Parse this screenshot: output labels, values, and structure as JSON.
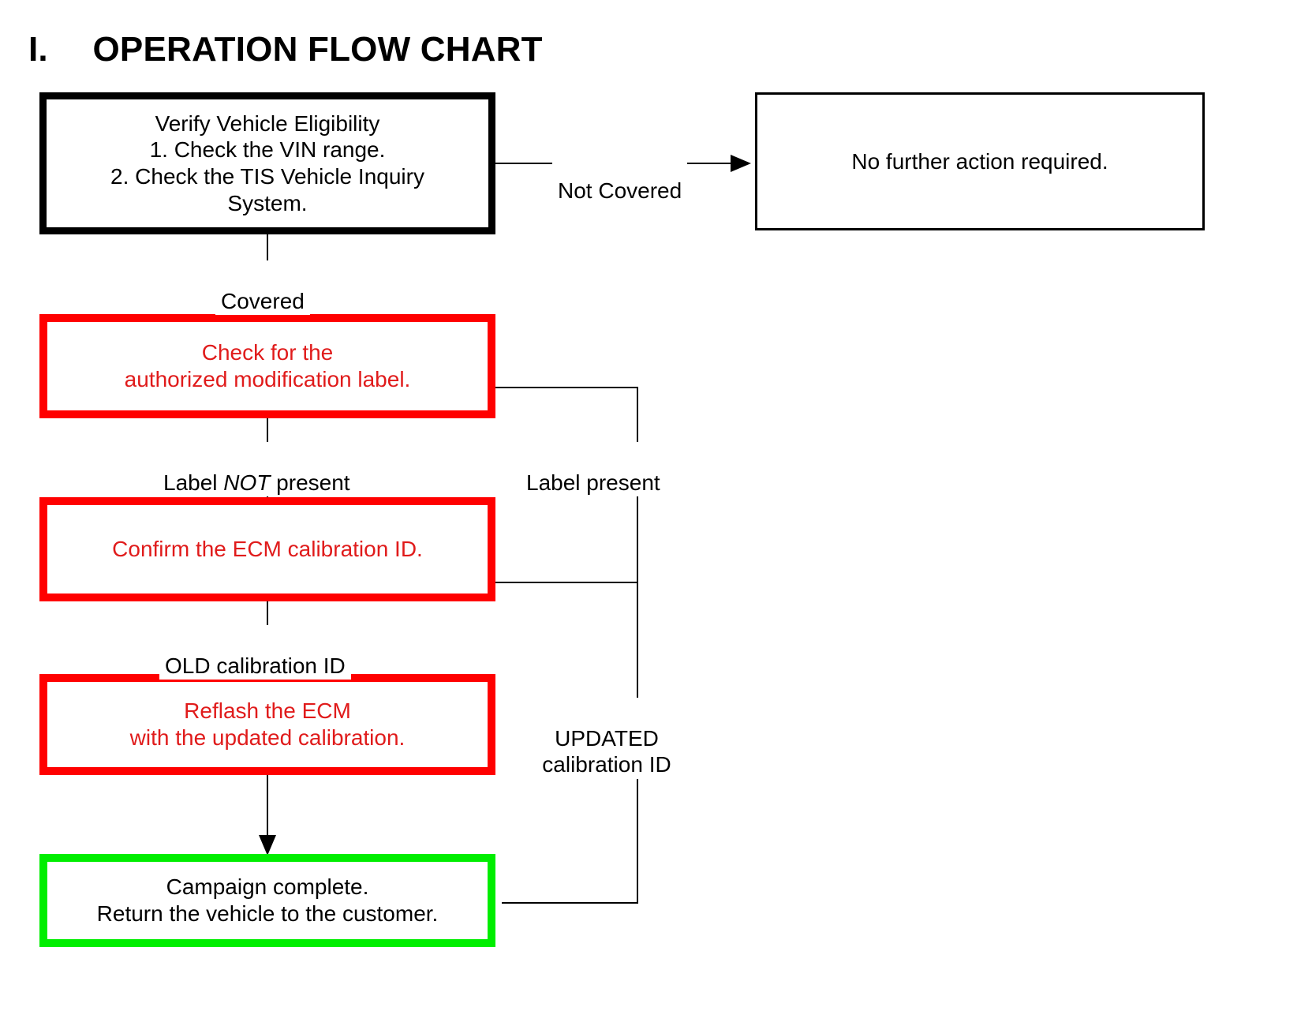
{
  "document": {
    "title_number": "I.",
    "title_text": "OPERATION FLOW CHART",
    "title_full": "I.  OPERATION FLOW CHART"
  },
  "colors": {
    "black": "#000000",
    "red_border": "#ff0000",
    "red_text": "#e01b1b",
    "green_border": "#00ee00",
    "background": "#ffffff"
  },
  "chart_data": {
    "type": "flowchart",
    "title": "OPERATION FLOW CHART",
    "nodes": [
      {
        "id": "verify",
        "label": "Verify Vehicle Eligibility\n1. Check the VIN range.\n2. Check the TIS Vehicle Inquiry System.",
        "border_color": "#000000",
        "text_color": "#000000",
        "style": "thick-black"
      },
      {
        "id": "no-action",
        "label": "No further action required.",
        "border_color": "#000000",
        "text_color": "#000000",
        "style": "thin-black"
      },
      {
        "id": "check-label",
        "label": "Check for the\nauthorized modification label.",
        "border_color": "#ff0000",
        "text_color": "#e01b1b",
        "style": "red"
      },
      {
        "id": "confirm-ecm",
        "label": "Confirm the ECM calibration ID.",
        "border_color": "#ff0000",
        "text_color": "#e01b1b",
        "style": "red"
      },
      {
        "id": "reflash-ecm",
        "label": "Reflash the ECM\nwith the updated calibration.",
        "border_color": "#ff0000",
        "text_color": "#e01b1b",
        "style": "red"
      },
      {
        "id": "complete",
        "label": "Campaign complete.\nReturn the vehicle to the customer.",
        "border_color": "#00ee00",
        "text_color": "#000000",
        "style": "green"
      }
    ],
    "edges": [
      {
        "from": "verify",
        "to": "no-action",
        "label": "Not Covered",
        "direction": "right"
      },
      {
        "from": "verify",
        "to": "check-label",
        "label": "Covered",
        "direction": "down"
      },
      {
        "from": "check-label",
        "to": "confirm-ecm",
        "label": "Label NOT present",
        "direction": "down"
      },
      {
        "from": "check-label",
        "to": "complete",
        "label": "Label present",
        "direction": "down"
      },
      {
        "from": "confirm-ecm",
        "to": "reflash-ecm",
        "label": "OLD calibration ID",
        "direction": "down"
      },
      {
        "from": "confirm-ecm",
        "to": "complete",
        "label": "UPDATED\ncalibration ID",
        "direction": "down"
      },
      {
        "from": "reflash-ecm",
        "to": "complete",
        "label": "",
        "direction": "down"
      }
    ]
  },
  "nodes": {
    "verify": {
      "line1": "Verify Vehicle Eligibility",
      "line2": "1. Check the VIN range.",
      "line3": "2. Check the TIS Vehicle Inquiry",
      "line4": "System.",
      "text": "Verify Vehicle Eligibility\n1. Check the VIN range.\n2. Check the TIS Vehicle Inquiry\nSystem."
    },
    "no_action": {
      "text": "No further action required."
    },
    "check_label": {
      "text": "Check for the\nauthorized modification label."
    },
    "confirm_ecm": {
      "text": "Confirm the ECM calibration ID."
    },
    "reflash_ecm": {
      "text": "Reflash the ECM\nwith the updated calibration."
    },
    "complete": {
      "text": "Campaign complete.\nReturn the vehicle to the customer."
    }
  },
  "edge_labels": {
    "not_covered": "Not Covered",
    "covered": "Covered",
    "label_not_present_pre": "Label ",
    "label_not_present_em": "NOT",
    "label_not_present_post": " present",
    "label_present": "Label present",
    "old_calibration_id": "OLD calibration ID",
    "updated_calibration_id": "UPDATED\ncalibration ID"
  }
}
